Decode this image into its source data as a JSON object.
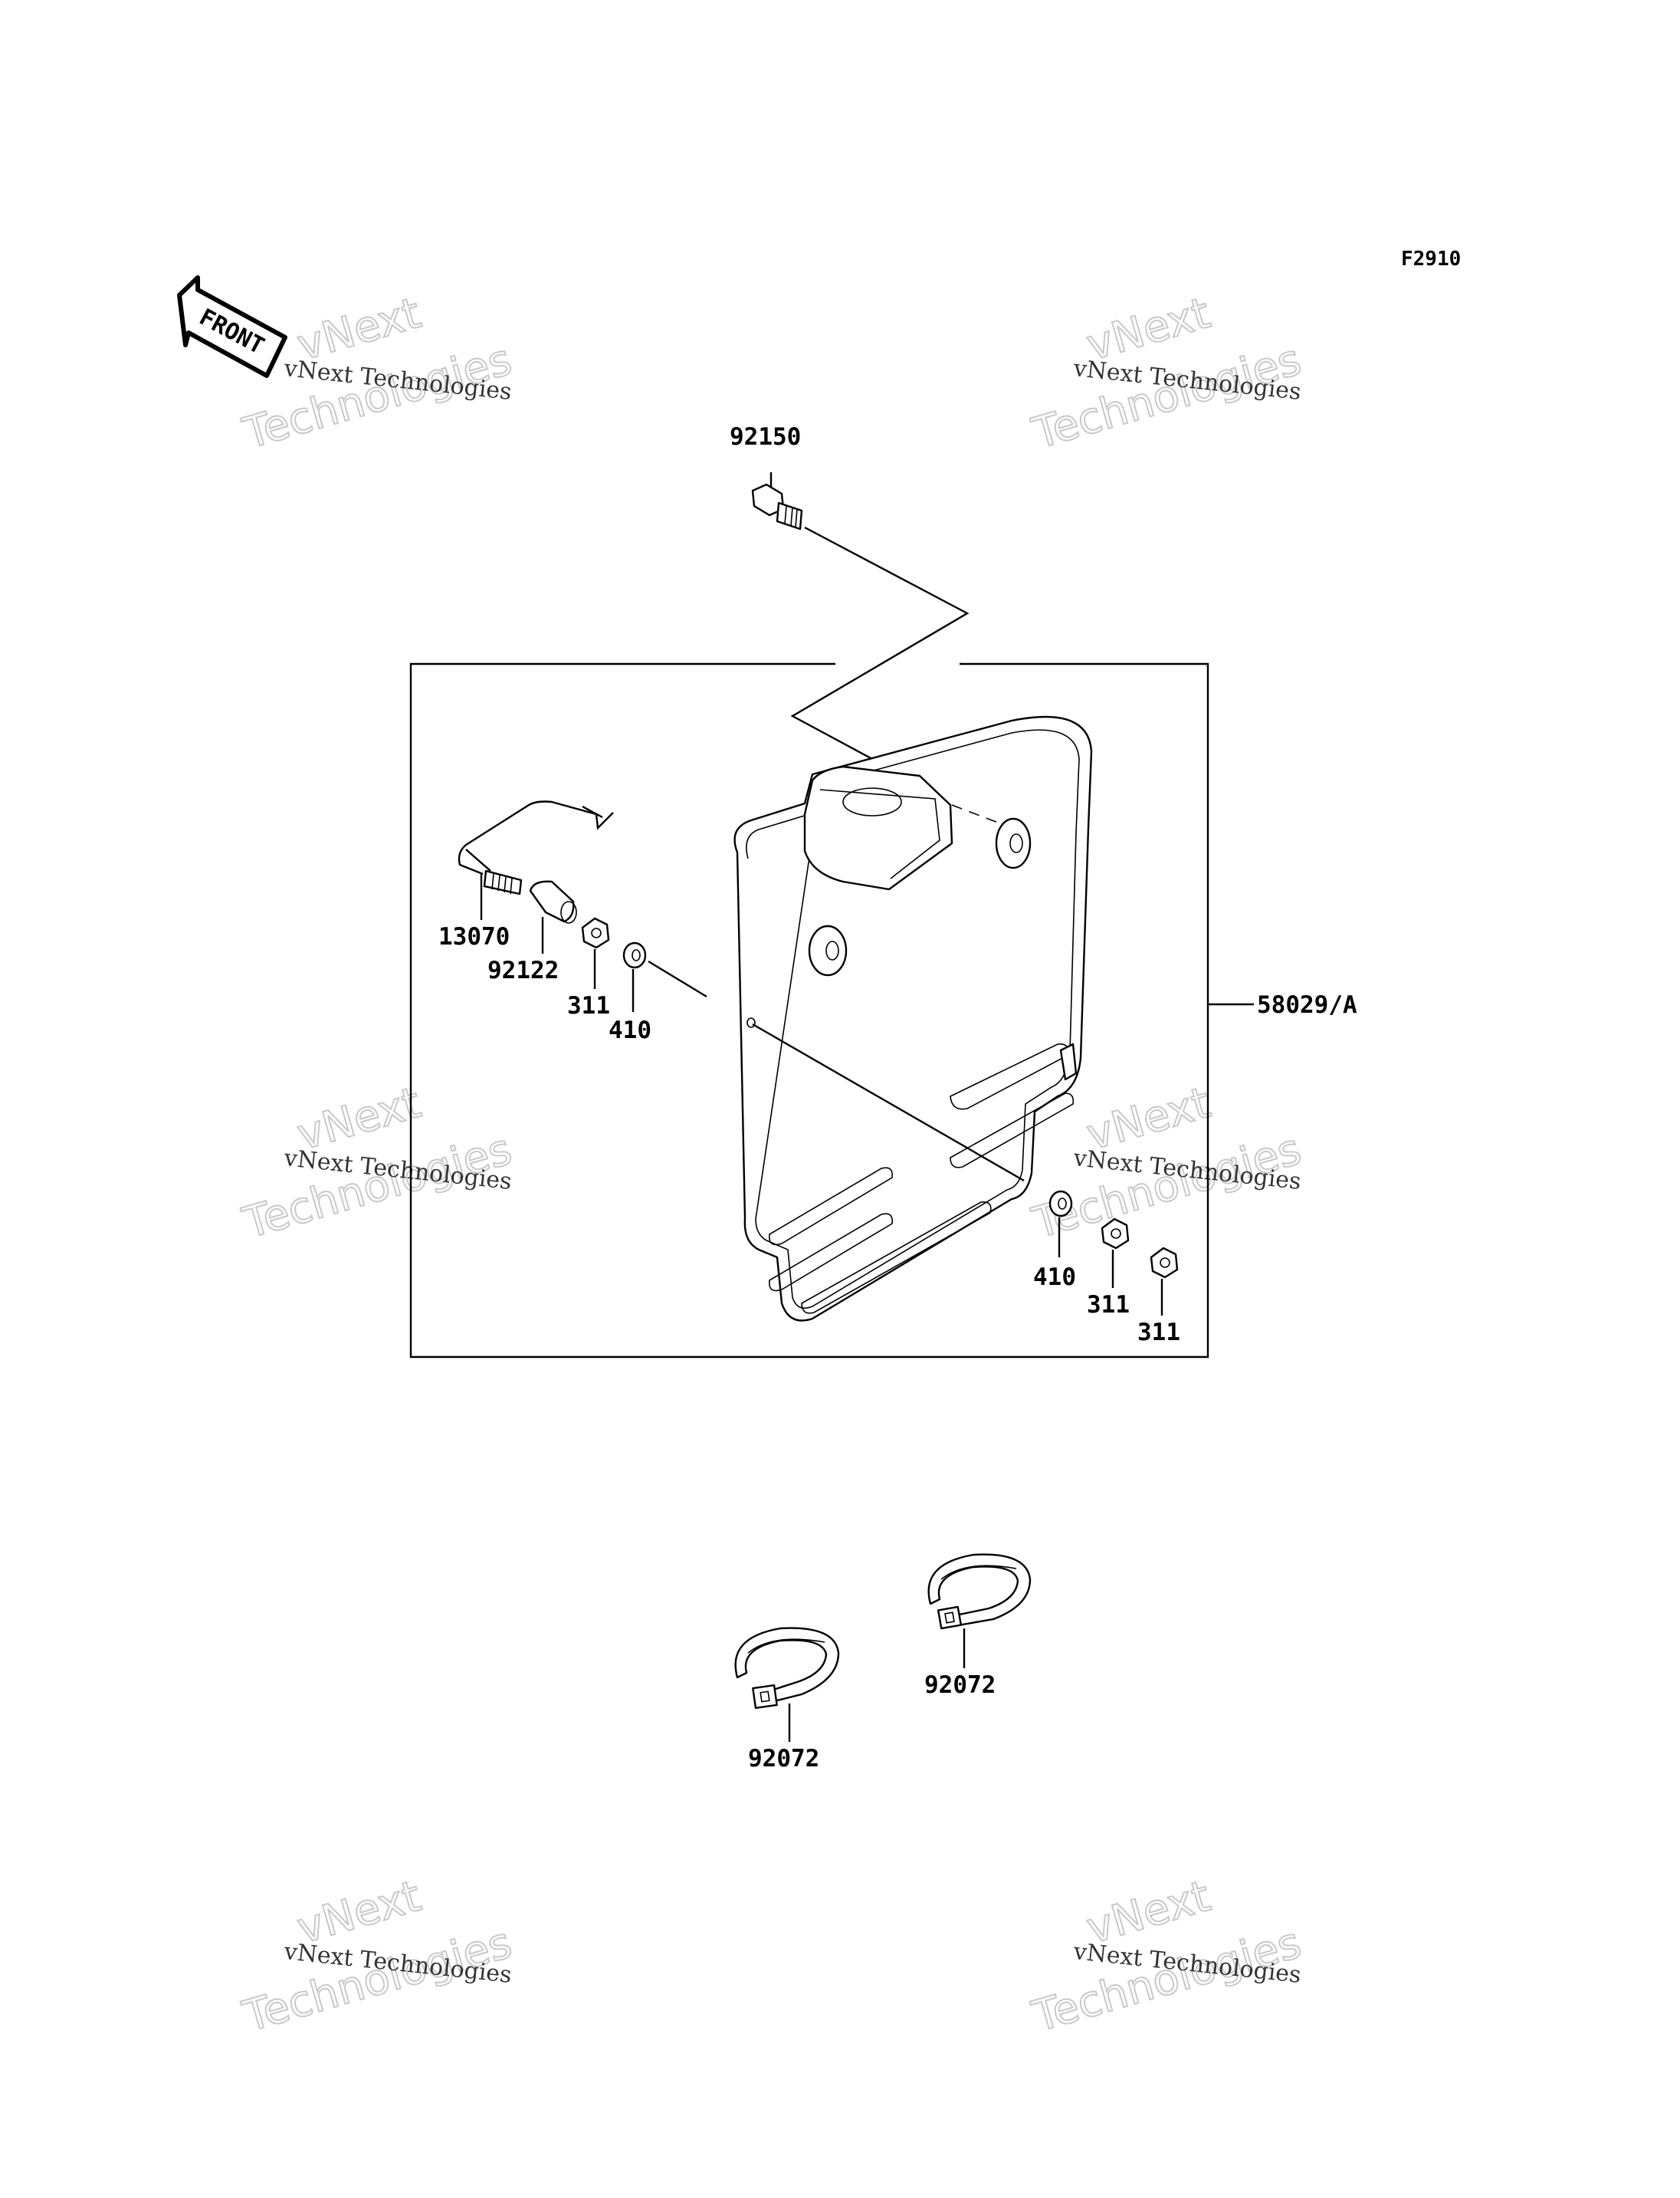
{
  "diagram_code": "F2910",
  "front_label": "FRONT",
  "watermark": {
    "line_small": "vNext Technologies",
    "line_top": "vNext",
    "line_bottom": "Technologies"
  },
  "callouts": {
    "p92150": "92150",
    "p13070": "13070",
    "p92122": "92122",
    "p311_a": "311",
    "p410_a": "410",
    "p58029": "58029/A",
    "p410_b": "410",
    "p311_b": "311",
    "p311_c": "311",
    "p92072_a": "92072",
    "p92072_b": "92072"
  }
}
